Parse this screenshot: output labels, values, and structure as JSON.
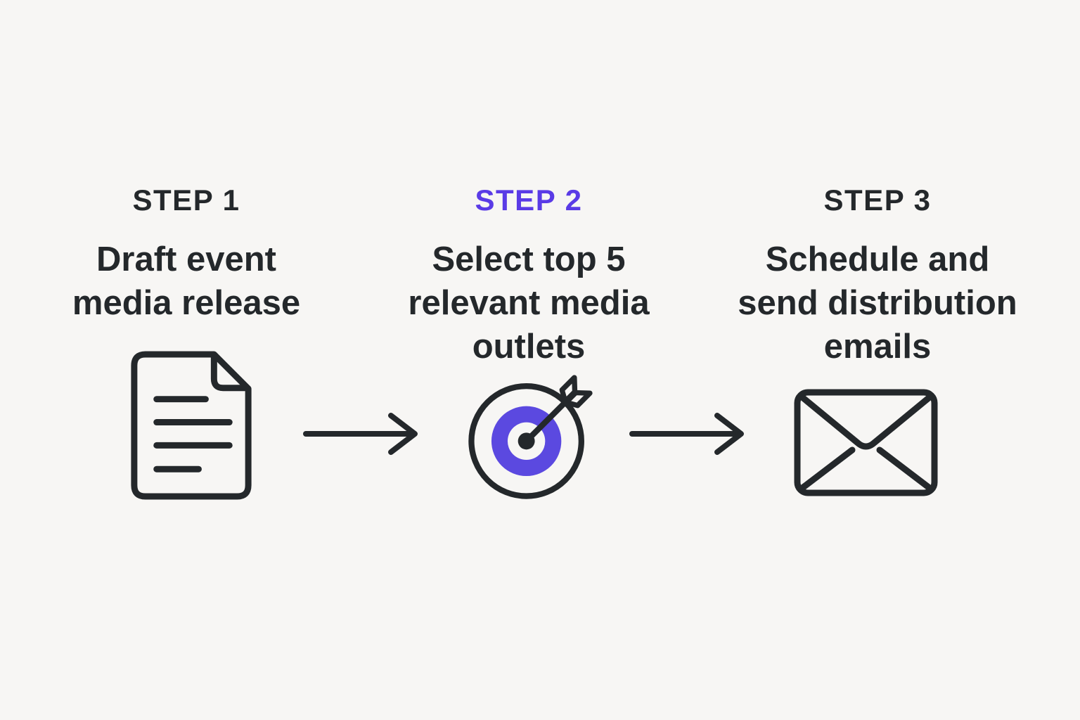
{
  "colors": {
    "background": "#f7f6f4",
    "ink": "#24282b",
    "accent": "#5a3be6",
    "target_fill": "#5b49e0"
  },
  "steps": [
    {
      "label": "STEP 1",
      "title": "Draft event\nmedia release",
      "icon": "document-icon"
    },
    {
      "label": "STEP 2",
      "title": "Select top 5\nrelevant media\noutlets",
      "icon": "target-icon"
    },
    {
      "label": "STEP 3",
      "title": "Schedule and\nsend distribution\nemails",
      "icon": "envelope-icon"
    }
  ],
  "arrows": [
    {
      "icon": "arrow-right-icon"
    },
    {
      "icon": "arrow-right-icon"
    }
  ]
}
